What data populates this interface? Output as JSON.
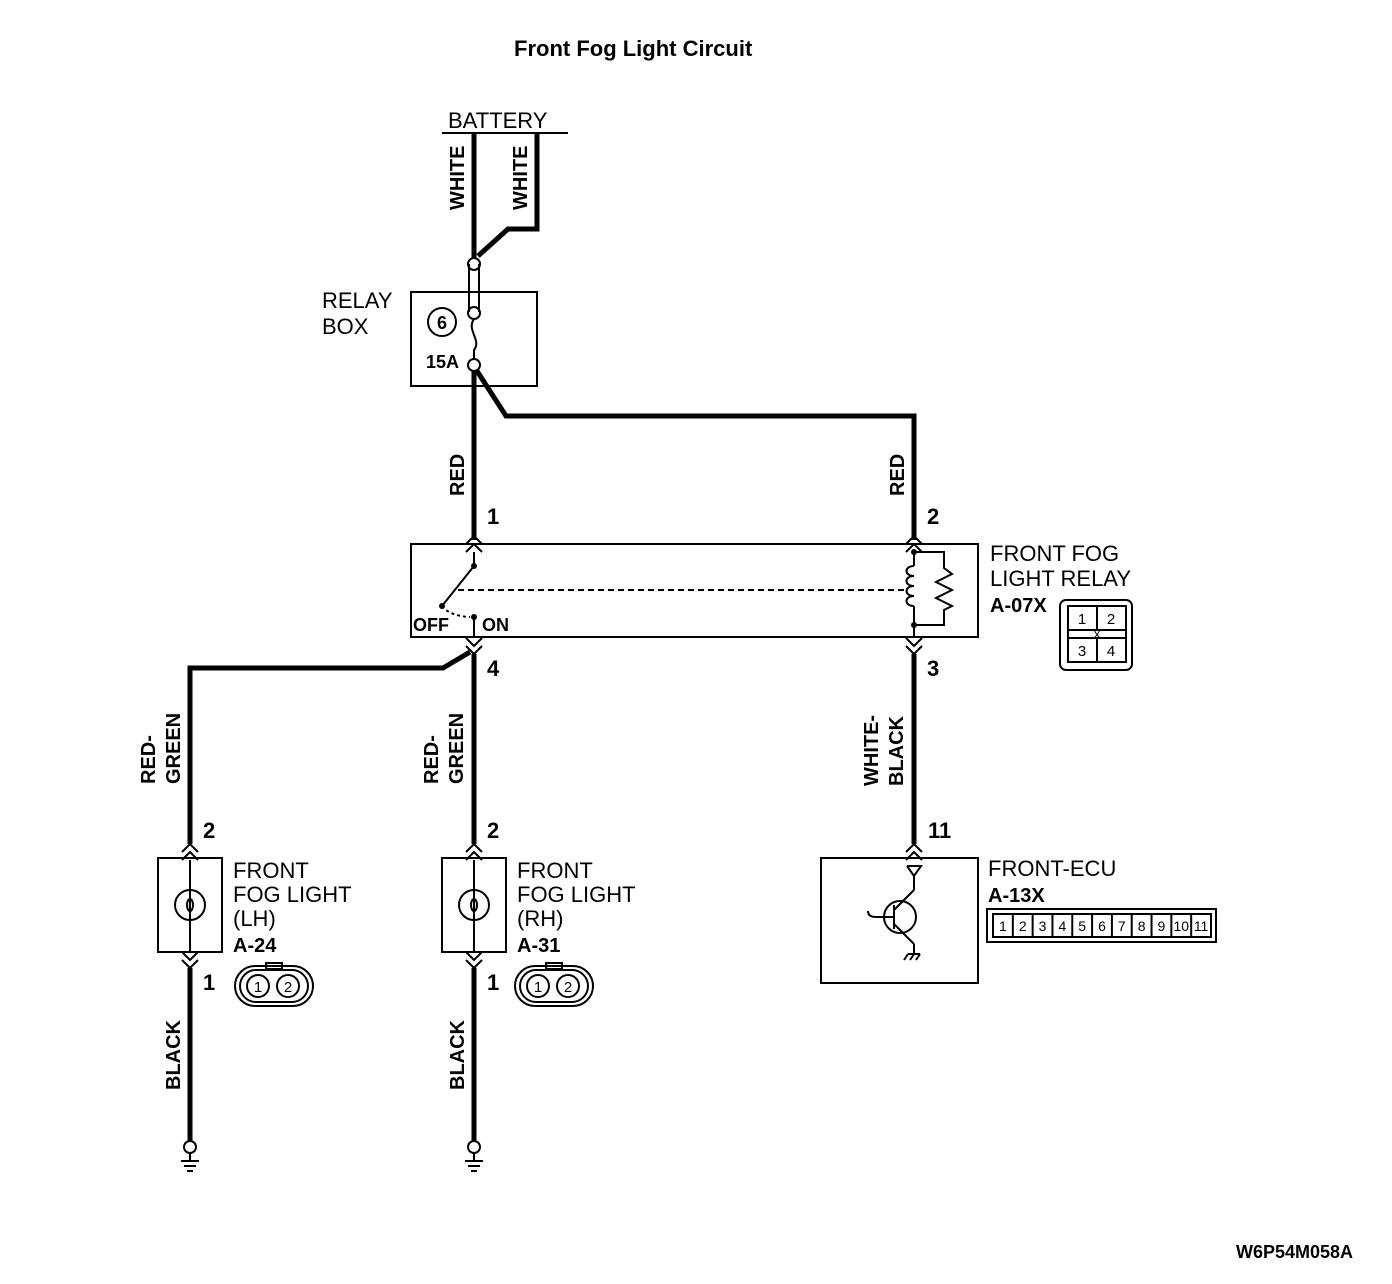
{
  "title": "Front Fog Light Circuit",
  "code": "W6P54M058A",
  "battery": {
    "label": "BATTERY"
  },
  "wires": {
    "bat_left": "WHITE",
    "bat_right": "WHITE",
    "red_left": "RED",
    "red_right": "RED",
    "rg_left_1": "RED-",
    "rg_left_2": "GREEN",
    "rg_mid_1": "RED-",
    "rg_mid_2": "GREEN",
    "wb_1": "WHITE-",
    "wb_2": "BLACK",
    "black_left": "BLACK",
    "black_mid": "BLACK"
  },
  "relay_box": {
    "label_1": "RELAY",
    "label_2": "BOX",
    "fuse_no": "6",
    "fuse_rating": "15A"
  },
  "relay": {
    "label_1": "FRONT FOG",
    "label_2": "LIGHT RELAY",
    "code": "A-07X",
    "off": "OFF",
    "on": "ON",
    "pins": {
      "p1": "1",
      "p2": "2",
      "p3": "3",
      "p4": "4"
    },
    "connector": [
      "1",
      "2",
      "X",
      "3",
      "4"
    ]
  },
  "fog_lh": {
    "label_1": "FRONT",
    "label_2": "FOG LIGHT",
    "label_3": "(LH)",
    "code": "A-24",
    "pin_top": "2",
    "pin_bottom": "1",
    "connector": [
      "1",
      "2"
    ]
  },
  "fog_rh": {
    "label_1": "FRONT",
    "label_2": "FOG LIGHT",
    "label_3": "(RH)",
    "code": "A-31",
    "pin_top": "2",
    "pin_bottom": "1",
    "connector": [
      "1",
      "2"
    ]
  },
  "ecu": {
    "label": "FRONT-ECU",
    "code": "A-13X",
    "pin": "11",
    "connector": [
      "1",
      "2",
      "3",
      "4",
      "5",
      "6",
      "7",
      "8",
      "9",
      "10",
      "11"
    ]
  }
}
